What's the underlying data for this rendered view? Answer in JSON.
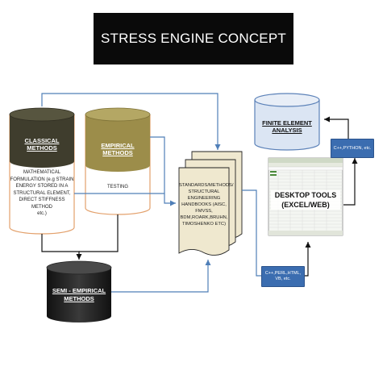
{
  "title": "STRESS ENGINE CONCEPT",
  "classical": {
    "label": "CLASSICAL METHODS",
    "body": [
      "MATHEMATICAL",
      "FORMULATION (e.g STRAIN",
      "ENERGY STORED IN A",
      "STRUCTURAL ELEMENT,",
      "DIRECT STIFFNESS METHOD",
      "etc.)"
    ]
  },
  "empirical": {
    "label": "EMPIRICAL METHODS",
    "body": "TESTING"
  },
  "semi_empirical": {
    "label": [
      "SEMI - EMPIRICAL",
      "METHODS"
    ]
  },
  "standards": {
    "body": [
      "STANDARDS/METHODS/",
      "STRUCTURAL",
      "ENGINEERING",
      "HANDBOOKS (AISC,",
      "FMVSS,",
      "BDM,ROARK,BRUHN,",
      "TIMOSHENKO ETC)"
    ]
  },
  "fea": {
    "label": [
      "FINITE ELEMENT",
      "ANALYSIS"
    ]
  },
  "desktop": {
    "label": [
      "DESKTOP TOOLS",
      "(EXCEL/WEB)"
    ]
  },
  "lang_boxes": {
    "python": "C++,PYTHON, etc.",
    "perl": [
      "C++,PERL,HTML,",
      "VB, etc."
    ]
  },
  "colors": {
    "classical_top": "#3f3d2d",
    "classical_border": "#e3a06b",
    "empirical_top": "#9c8d4a",
    "empirical_border": "#e3a06b",
    "semi_body": "#1a1a1a",
    "fea_fill": "#dbe5f3",
    "fea_border": "#5b81b8",
    "sheet_fill": "#efe8cf",
    "arrow_blue": "#4f7fb8",
    "arrow_black": "#111111",
    "lang_box": "#3b6db0"
  }
}
